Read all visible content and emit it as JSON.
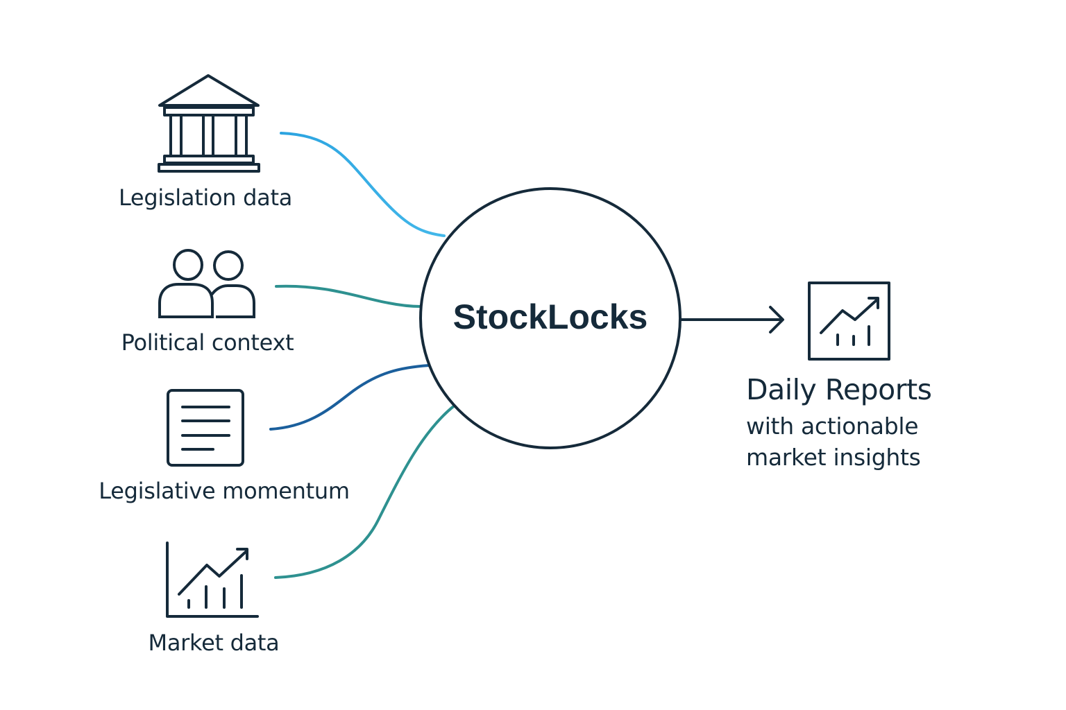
{
  "hub": {
    "title": "StockLocks"
  },
  "inputs": [
    {
      "label": "Legislation data",
      "icon": "government-building-icon",
      "connector_color": "#2ba3e0"
    },
    {
      "label": "Political context",
      "icon": "people-icon",
      "connector_color": "#2e9190"
    },
    {
      "label": "Legislative momentum",
      "icon": "document-icon",
      "connector_color": "#1b5f9c"
    },
    {
      "label": "Market data",
      "icon": "chart-trend-icon",
      "connector_color": "#2e9190"
    }
  ],
  "output": {
    "title": "Daily Reports",
    "subtitle_lines": [
      "with actionable",
      "market insights"
    ],
    "icon": "report-chart-icon"
  },
  "colors": {
    "ink": "#152a3a",
    "blue": "#2ba3e0",
    "teal": "#2e9190",
    "navy_blue": "#1b5f9c"
  }
}
